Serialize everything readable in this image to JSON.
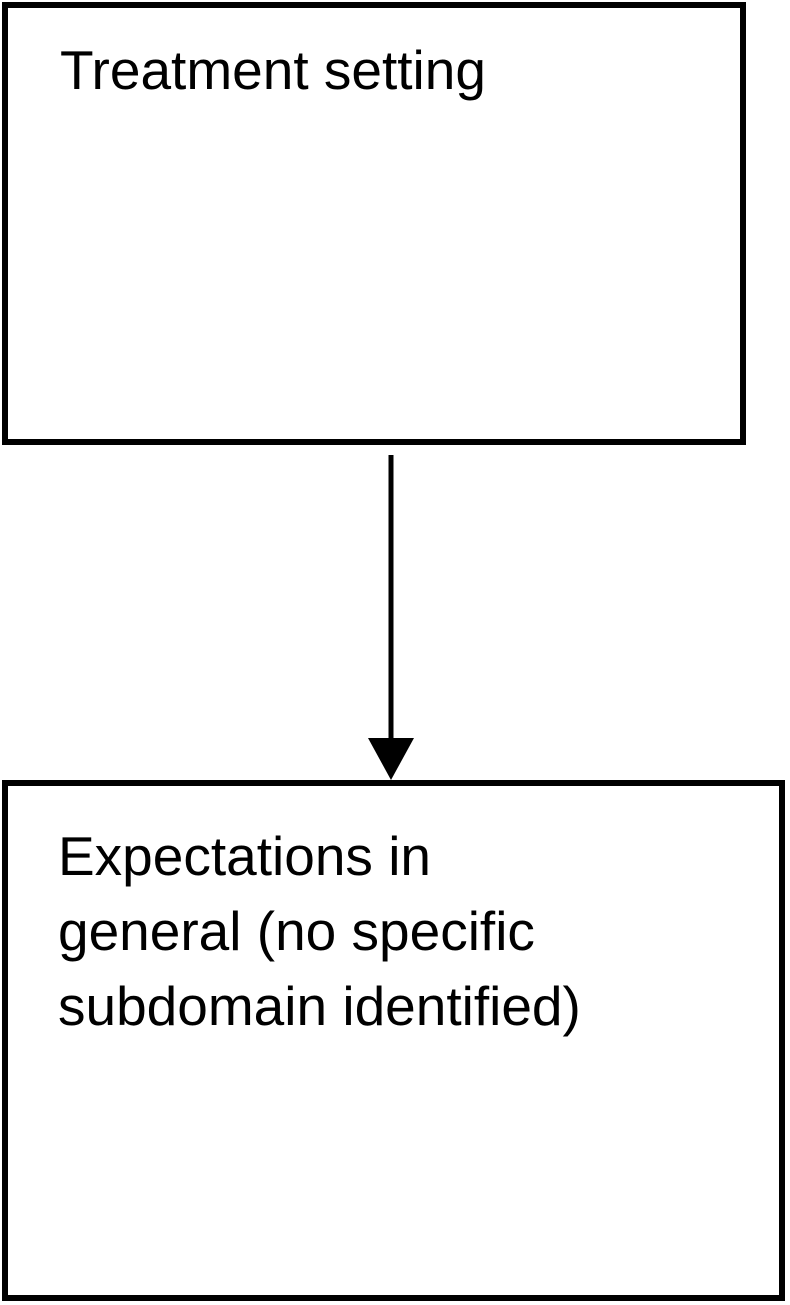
{
  "diagram": {
    "nodes": {
      "treatment_setting": {
        "label": "Treatment setting"
      },
      "expectations_general": {
        "label": "Expectations in\ngeneral (no specific\nsubdomain identified)"
      }
    },
    "connector": {
      "type": "arrow",
      "direction": "down",
      "from": "treatment_setting",
      "to": "expectations_general"
    },
    "colors": {
      "border": "#000000",
      "text": "#000000",
      "background": "#ffffff",
      "arrow": "#000000"
    }
  }
}
